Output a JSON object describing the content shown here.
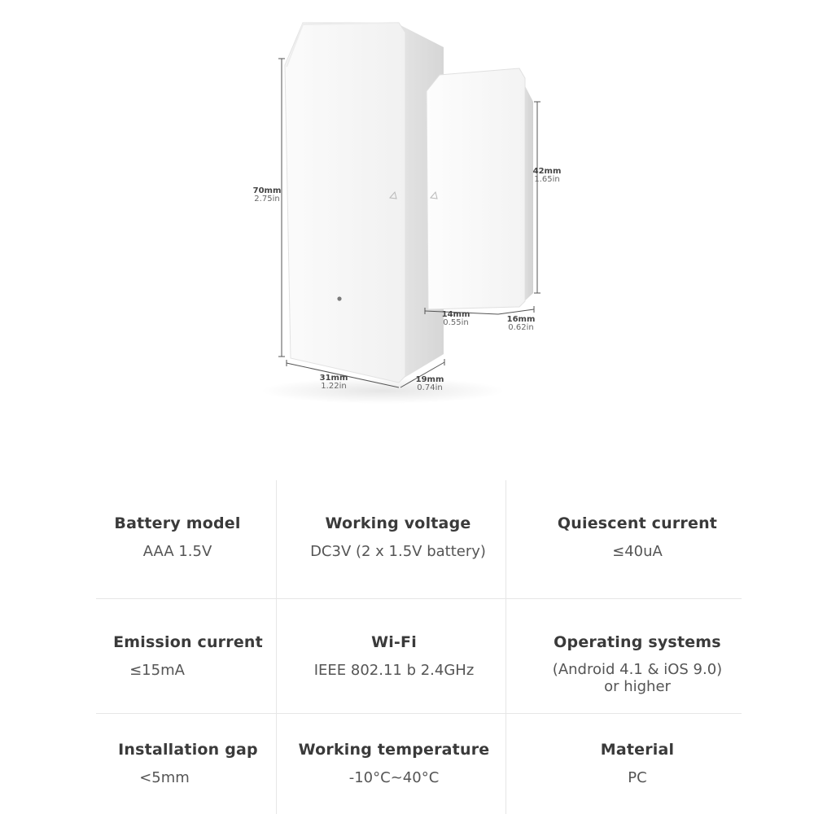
{
  "product_dimensions": {
    "main_height": {
      "mm": "70mm",
      "in": "2.75in"
    },
    "main_width": {
      "mm": "31mm",
      "in": "1.22in"
    },
    "main_depth": {
      "mm": "19mm",
      "in": "0.74in"
    },
    "magnet_height": {
      "mm": "42mm",
      "in": "1.65in"
    },
    "magnet_width": {
      "mm": "14mm",
      "in": "0.55in"
    },
    "magnet_depth": {
      "mm": "16mm",
      "in": "0.62in"
    }
  },
  "specs": [
    {
      "label": "Battery model",
      "value": "AAA 1.5V"
    },
    {
      "label": "Working voltage",
      "value": "DC3V (2 x 1.5V battery)"
    },
    {
      "label": "Quiescent current",
      "value": "≤40uA"
    },
    {
      "label": "Emission current",
      "value": "≤15mA"
    },
    {
      "label": "Wi-Fi",
      "value": "IEEE 802.11 b 2.4GHz"
    },
    {
      "label": "Operating systems",
      "value": "(Android 4.1 & iOS 9.0)\nor higher"
    },
    {
      "label": "Installation gap",
      "value": "<5mm"
    },
    {
      "label": "Working temperature",
      "value": "-10°C~40°C"
    },
    {
      "label": "Material",
      "value": "PC"
    }
  ]
}
